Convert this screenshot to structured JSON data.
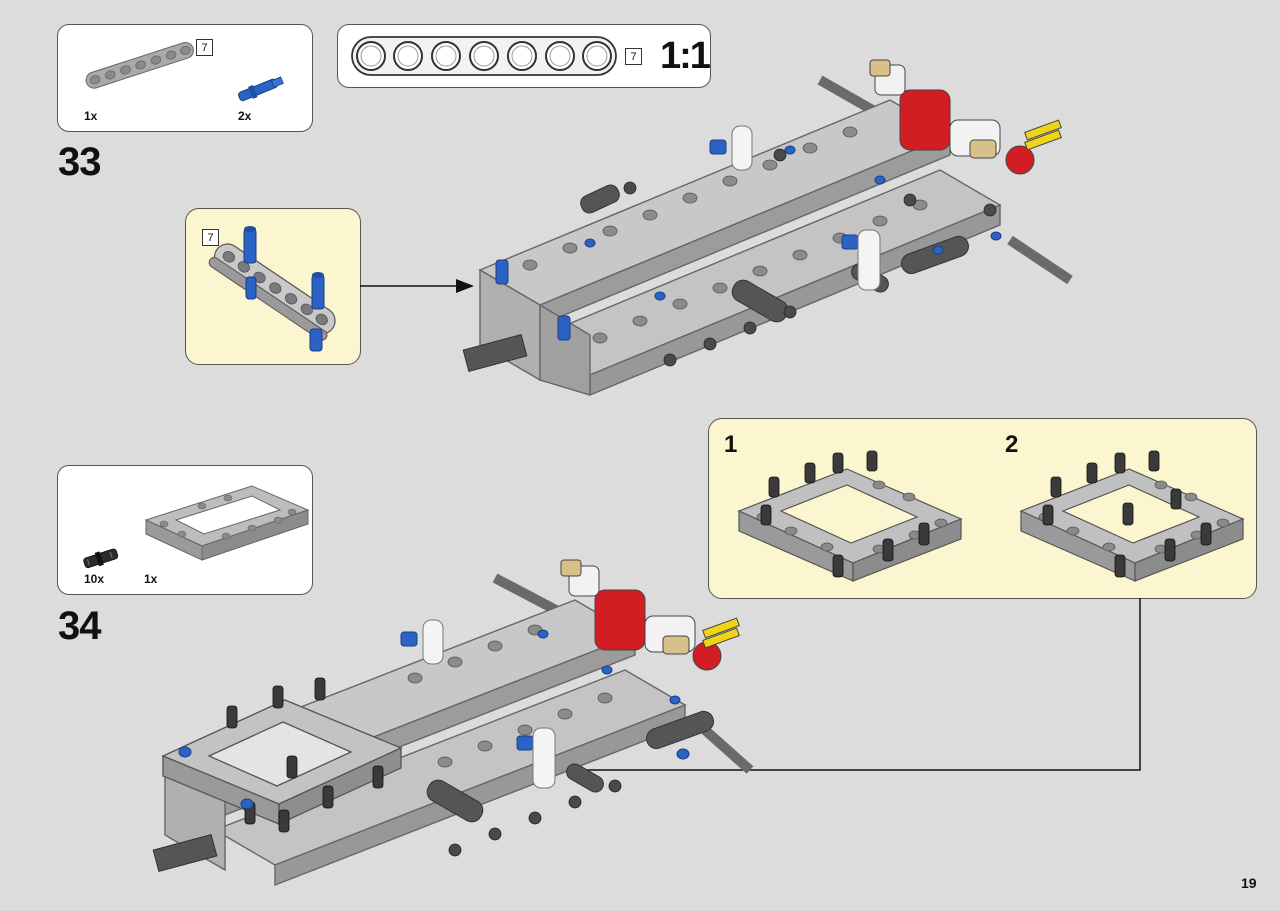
{
  "step33": {
    "number": "33",
    "parts": [
      {
        "name": "beam-7",
        "quantity": "1x",
        "length": "7"
      },
      {
        "name": "blue-axle-pin",
        "quantity": "2x"
      }
    ],
    "scale_label": "1:1",
    "scale_beam_length": "7",
    "callout_length": "7"
  },
  "step34": {
    "number": "34",
    "parts": [
      {
        "name": "black-friction-pin",
        "quantity": "10x"
      },
      {
        "name": "frame-5x7",
        "quantity": "1x"
      }
    ],
    "substeps": [
      "1",
      "2"
    ]
  },
  "page_number": "19",
  "colors": {
    "background": "#dcdcdc",
    "callout": "#fbf6cf",
    "beam_grey": "#a9a9a9",
    "dark_grey": "#5a5a5a",
    "blue": "#2a63c4",
    "red": "#d21e22",
    "yellow": "#f1d418",
    "tan": "#d8c08a"
  }
}
